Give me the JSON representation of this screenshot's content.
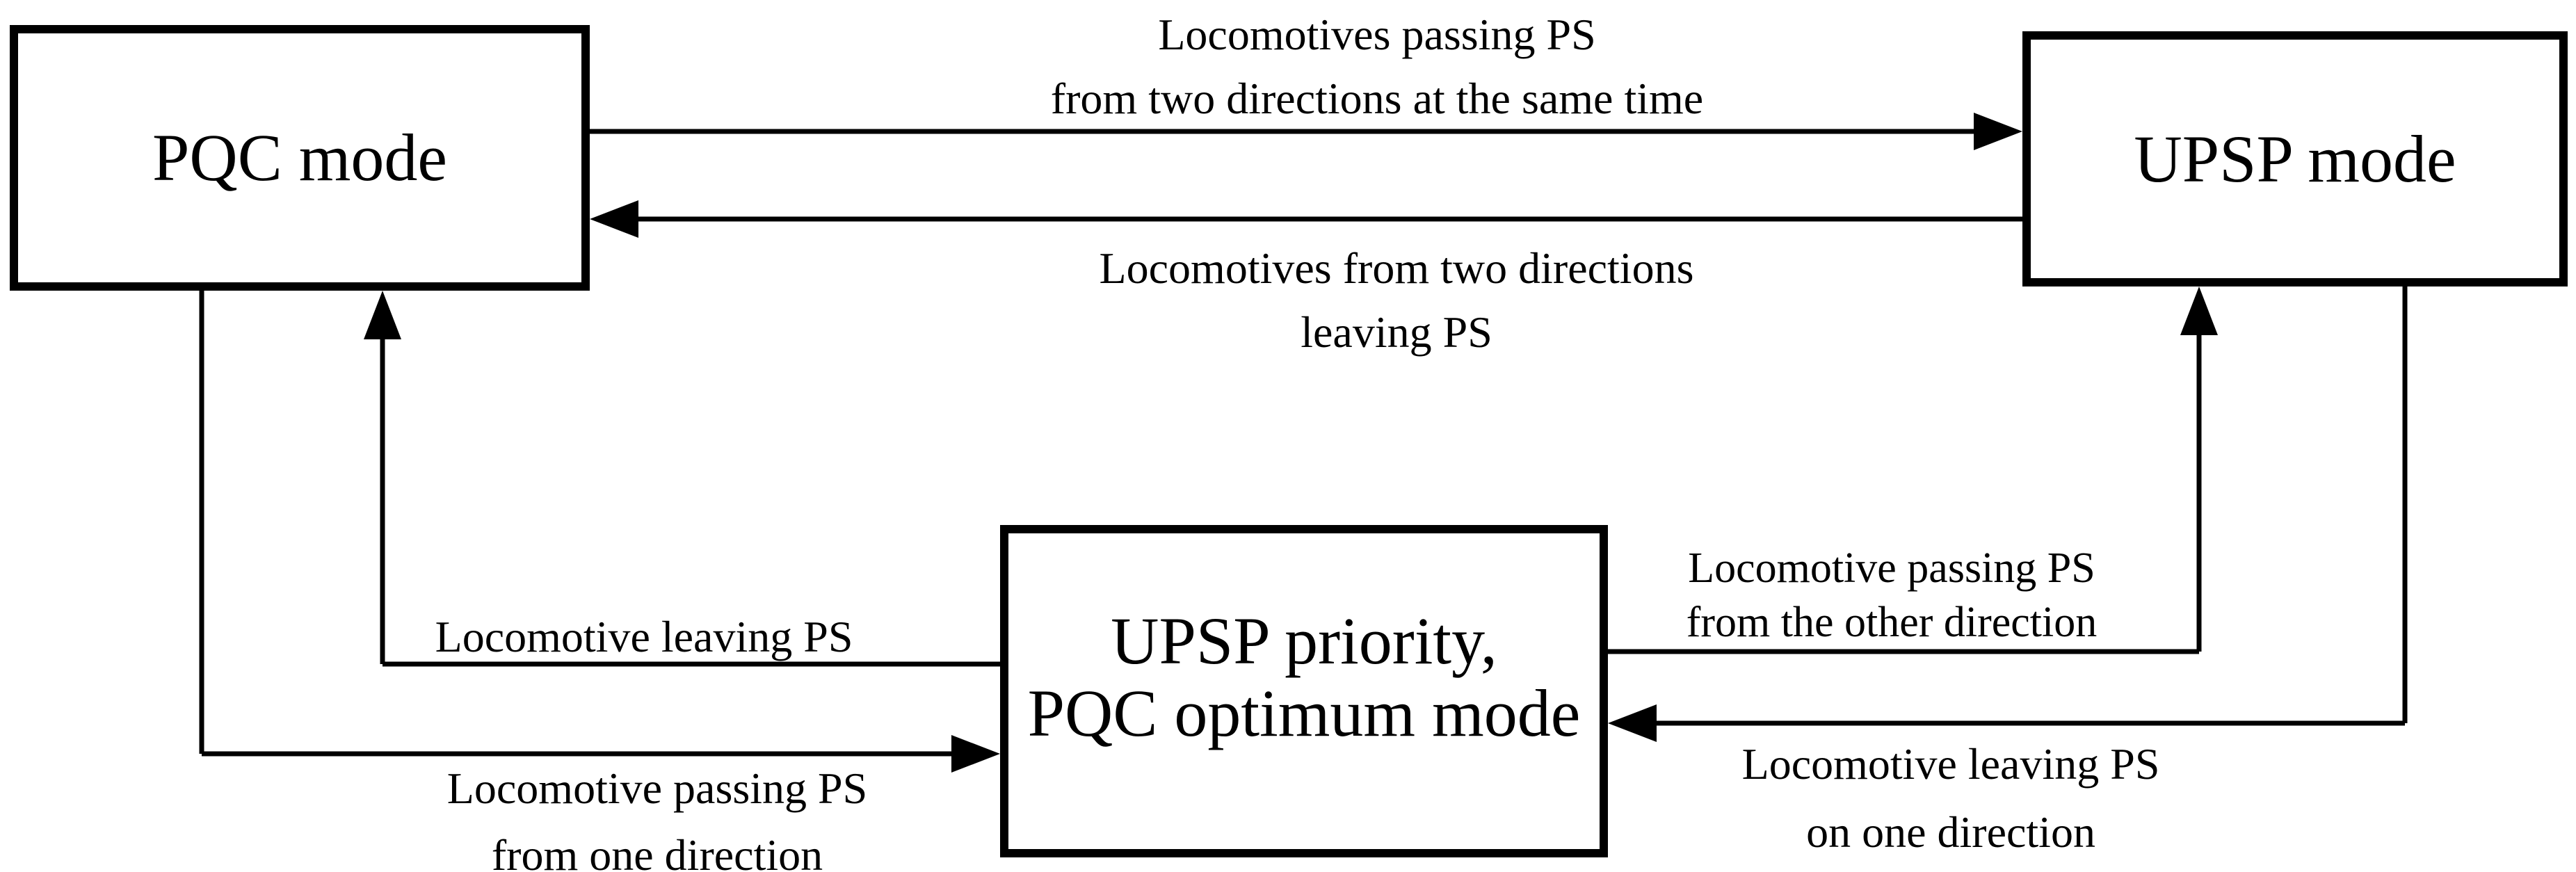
{
  "colors": {
    "ink": "#000000",
    "background": "#ffffff"
  },
  "nodes": {
    "pqc": {
      "label": "PQC mode"
    },
    "upsp": {
      "label": "UPSP mode"
    },
    "hybrid": {
      "line1": "UPSP priority,",
      "line2": "PQC optimum mode"
    }
  },
  "edges": {
    "pqc_to_upsp": {
      "line1": "Locomotives passing PS",
      "line2": "from two directions at the same time"
    },
    "upsp_to_pqc": {
      "line1": "Locomotives from two directions",
      "line2": "leaving PS"
    },
    "hybrid_to_pqc": {
      "line1": "Locomotive leaving PS"
    },
    "pqc_to_hybrid": {
      "line1": "Locomotive passing PS",
      "line2": "from one direction"
    },
    "hybrid_to_upsp": {
      "line1": "Locomotive passing PS",
      "line2": "from the other direction"
    },
    "upsp_to_hybrid": {
      "line1": "Locomotive leaving PS",
      "line2": "on one direction"
    }
  }
}
